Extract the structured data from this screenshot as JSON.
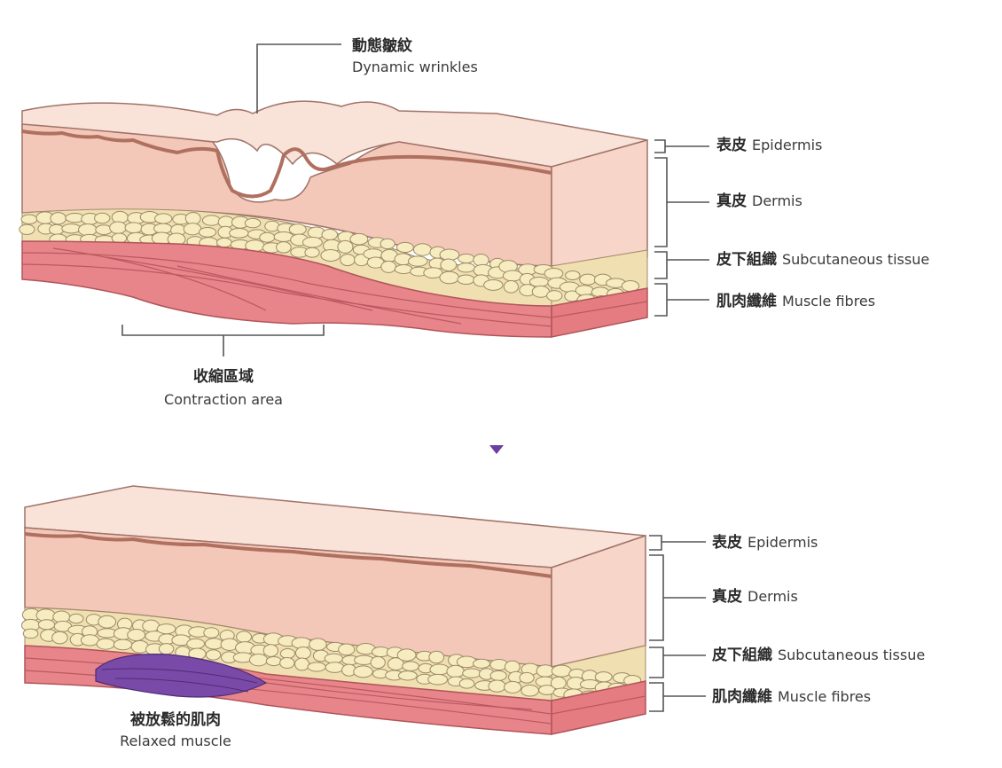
{
  "top": {
    "callout_wrinkle": {
      "zh": "動態皺紋",
      "en": "Dynamic wrinkles"
    },
    "callout_contraction": {
      "zh": "收縮區域",
      "en": "Contraction area"
    },
    "layers": [
      {
        "zh": "表皮",
        "en": "Epidermis"
      },
      {
        "zh": "真皮",
        "en": "Dermis"
      },
      {
        "zh": "皮下組織",
        "en": "Subcutaneous tissue"
      },
      {
        "zh": "肌肉纖維",
        "en": "Muscle fibres"
      }
    ]
  },
  "bottom": {
    "callout_relaxed": {
      "zh": "被放鬆的肌肉",
      "en": "Relaxed muscle"
    },
    "layers": [
      {
        "zh": "表皮",
        "en": "Epidermis"
      },
      {
        "zh": "真皮",
        "en": "Dermis"
      },
      {
        "zh": "皮下組織",
        "en": "Subcutaneous tissue"
      },
      {
        "zh": "肌肉纖維",
        "en": "Muscle fibres"
      }
    ]
  },
  "colors": {
    "epidermis": "#f7dcd2",
    "dermis": "#f4c8b8",
    "dermis_edge": "#c98f80",
    "fat": "#f6eab8",
    "fat_outline": "#a89a7a",
    "muscle": "#e8858a",
    "muscle_dark": "#c9585f",
    "relaxed_muscle": "#7a4aa8",
    "arrow": "#6a3fa0"
  }
}
